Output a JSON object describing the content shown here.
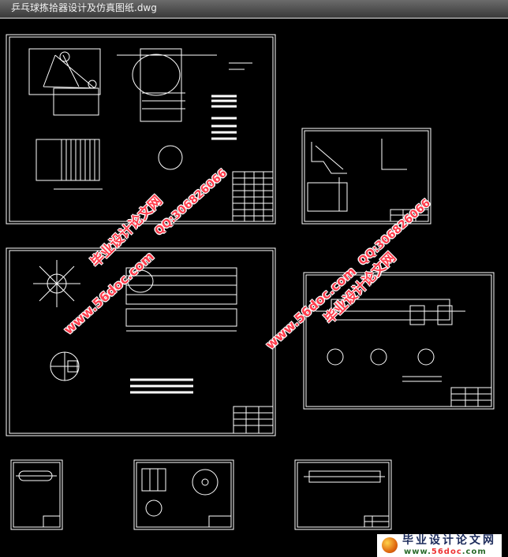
{
  "window": {
    "title": "乒乓球拣拾器设计及仿真图纸.dwg"
  },
  "watermark": {
    "site_name": "毕业设计论文网",
    "url": "www.56doc.com",
    "qq": "QQ:306826066",
    "color": "#ff3e4d"
  },
  "logo": {
    "site_name": "毕业设计论文网",
    "url_prefix": "www.",
    "url_brand": "56doc",
    "url_suffix": ".com"
  }
}
